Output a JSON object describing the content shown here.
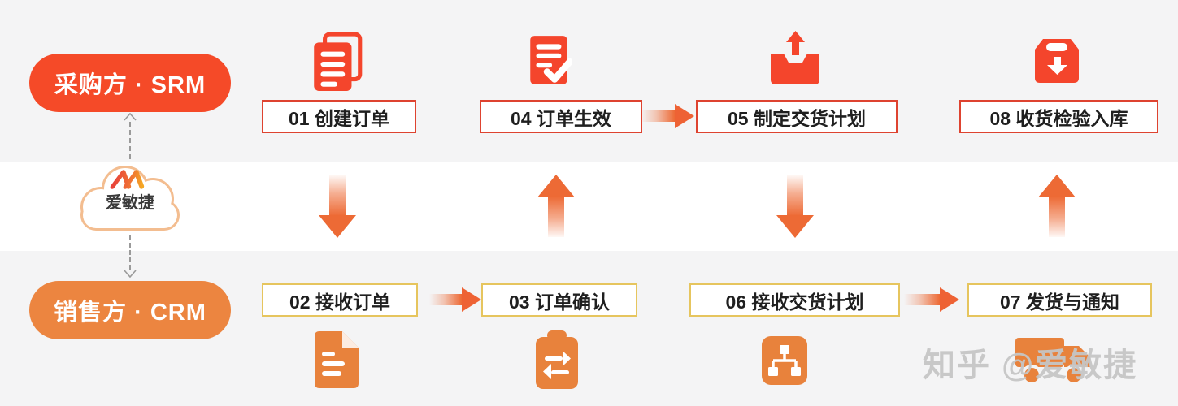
{
  "actors": {
    "buyer": {
      "label": "采购方 · SRM"
    },
    "seller": {
      "label": "销售方 · CRM"
    }
  },
  "cloud": {
    "label": "爱敏捷",
    "logo": "aiminjie-zigzag-logo"
  },
  "top_steps": [
    {
      "label": "01 创建订单",
      "icon": "documents-icon"
    },
    {
      "label": "04 订单生效",
      "icon": "document-check-icon"
    },
    {
      "label": "05 制定交货计划",
      "icon": "upload-tray-icon"
    },
    {
      "label": "08 收货检验入库",
      "icon": "archive-box-icon"
    }
  ],
  "bottom_steps": [
    {
      "label": "02 接收订单",
      "icon": "document-icon"
    },
    {
      "label": "03 订单确认",
      "icon": "clipboard-swap-icon"
    },
    {
      "label": "06 接收交货计划",
      "icon": "sitemap-icon"
    },
    {
      "label": "07 发货与通知",
      "icon": "truck-icon"
    }
  ],
  "watermark": {
    "text": "知乎 @爱敏捷"
  },
  "colors": {
    "buyer_red": "#f54a28",
    "seller_orange": "#ec8540",
    "icon_red": "#f4452c",
    "icon_orange": "#e8823c",
    "step_border_red": "#de4330",
    "step_border_gold": "#e6c55e",
    "arrow_orange": "#ed6a35",
    "band_gray": "#f4f4f5",
    "cloud_outline": "#f3bd90",
    "watermark_gray": "#c5c5c5"
  }
}
